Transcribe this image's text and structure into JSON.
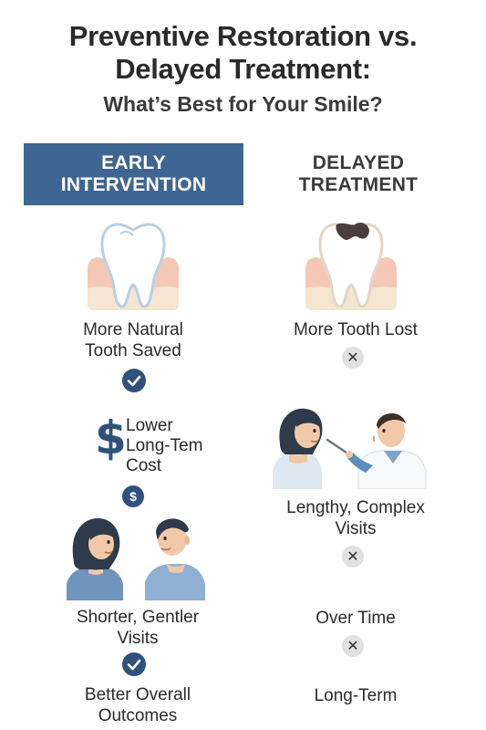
{
  "title_line1": "Preventive Restoration vs.",
  "title_line2": "Delayed Treatment:",
  "subtitle": "What’s Best for Your Smile?",
  "columns": {
    "left_header_line1": "EARLY",
    "left_header_line2": "INTERVENTION",
    "right_header_line1": "DELAYED",
    "right_header_line2": "TREATMENT"
  },
  "left": {
    "tooth_label_line1": "More Natural",
    "tooth_label_line2": "Tooth Saved",
    "cost_line1": "Lower",
    "cost_line2": "Long-Tem",
    "cost_line3": "Cost",
    "dollar_symbol": "$",
    "badge_symbol": "$",
    "visits_line1": "Shorter, Gentler",
    "visits_line2": "Visits",
    "outcomes_line1": "Better Overall",
    "outcomes_line2": "Outcomes"
  },
  "right": {
    "tooth_label": "More Tooth Lost",
    "visits_line1": "Lengthy, Complex",
    "visits_line2": "Visits",
    "over_time": "Over Time",
    "long_term": "Long-Term",
    "x_symbol": "✕"
  },
  "colors": {
    "accent": "#3f6592",
    "badge": "#2f527d",
    "gum": "#f3c9b6",
    "bone": "#f4e6d0",
    "decay": "#4a3f3a"
  }
}
